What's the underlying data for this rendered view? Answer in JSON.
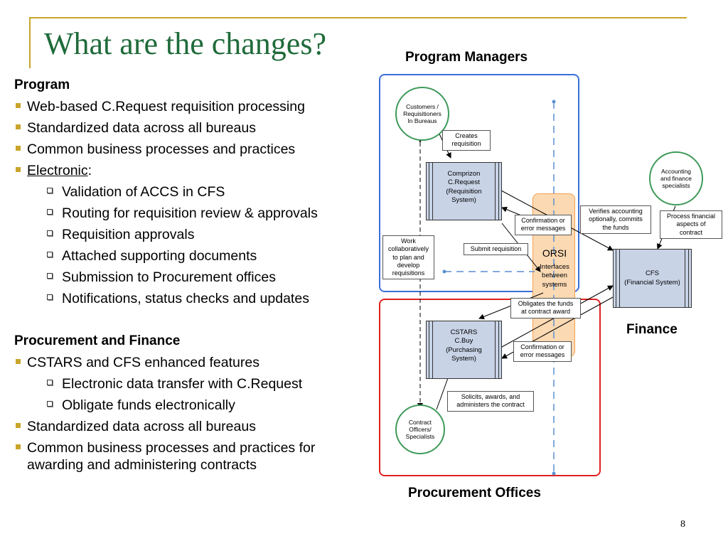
{
  "title": "What are the changes?",
  "left": {
    "program_heading": "Program",
    "program_bullets": [
      "Web-based C.Request requisition processing",
      "Standardized data across all bureaus",
      "Common business processes and practices"
    ],
    "electronic_label": "Electronic",
    "electronic_colon": ":",
    "electronic_items": [
      "Validation of ACCS in CFS",
      "Routing for requisition review & approvals",
      "Requisition approvals",
      "Attached supporting documents",
      "Submission to Procurement offices",
      "Notifications, status checks and updates"
    ],
    "procurement_heading": "Procurement and Finance",
    "cstars_bullet": "CSTARS and CFS enhanced features",
    "cstars_items": [
      "Electronic data transfer with C.Request",
      "Obligate funds electronically"
    ],
    "tail_bullets": [
      "Standardized data across all bureaus",
      "Common business processes and practices for"
    ],
    "tail_bullet_cont": "awarding and administering contracts"
  },
  "diagram": {
    "program_managers": "Program Managers",
    "procurement_offices": "Procurement Offices",
    "finance": "Finance",
    "customers": [
      "Customers /",
      "Requisitioners",
      "In Bureaus"
    ],
    "accounting": [
      "Accounting",
      "and finance",
      "specialists"
    ],
    "contract_officers": [
      "Contract",
      "Officers/",
      "Specialists"
    ],
    "comprizon": [
      "Comprizon",
      "C.Request",
      "(Requisition",
      "System)"
    ],
    "cstars": [
      "CSTARS",
      "C.Buy",
      "(Purchasing",
      "System)"
    ],
    "cfs": [
      "CFS",
      "(Financial System)"
    ],
    "orsi_title": "ORSI",
    "orsi_sub": [
      "Interfaces",
      "between",
      "systems"
    ],
    "notes": {
      "creates": [
        "Creates",
        "requisition"
      ],
      "confirm1": [
        "Confirmation or",
        "error messages"
      ],
      "verifies": [
        "Verifies accounting",
        "optionally, commits",
        "the funds"
      ],
      "process_fin": [
        "Process financial",
        "aspects of",
        "contract"
      ],
      "work": [
        "Work",
        "collaboratively",
        "to plan and",
        "develop",
        "requisitions"
      ],
      "submit": [
        "Submit requisition"
      ],
      "obligates": [
        "Obligates the funds",
        "at contract award"
      ],
      "confirm2": [
        "Confirmation or",
        "error messages"
      ],
      "solicits": [
        "Solicits, awards, and",
        "administers the contract"
      ]
    }
  },
  "page_number": "8",
  "colors": {
    "title_green": "#1f6b3a",
    "gold": "#c9a52b",
    "program_box_blue": "#3a6fd8",
    "procurement_box_red": "#e02020",
    "circle_green": "#3e9a5a",
    "system_fill": "#c8d3e6",
    "orsi_fill": "#fbd9b3",
    "dashed_blue": "#5b8fd0"
  }
}
